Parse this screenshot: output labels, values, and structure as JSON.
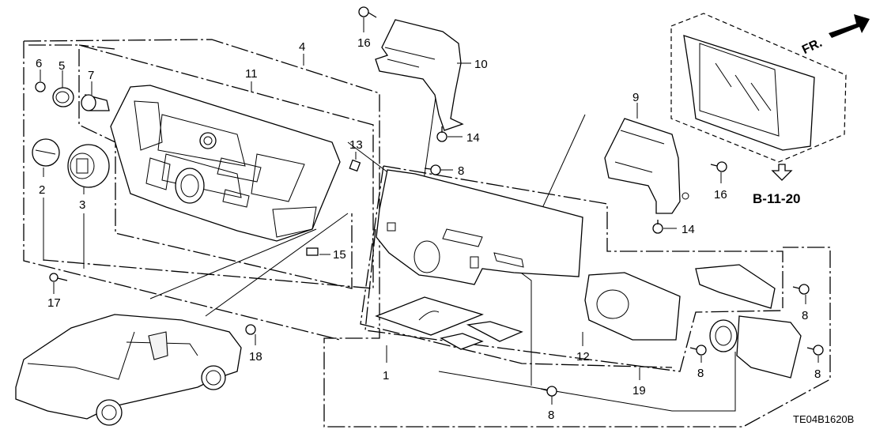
{
  "diagram": {
    "title_code": "TE04B1620B",
    "reference_section": "B-11-20",
    "front_indicator": "FR.",
    "callouts": {
      "c1": "1",
      "c2": "2",
      "c3": "3",
      "c4": "4",
      "c5": "5",
      "c6": "6",
      "c7": "7",
      "c8a": "8",
      "c8b": "8",
      "c8c": "8",
      "c8d": "8",
      "c8e": "8",
      "c9": "9",
      "c10": "10",
      "c11": "11",
      "c12": "12",
      "c13": "13",
      "c14a": "14",
      "c14b": "14",
      "c15": "15",
      "c16a": "16",
      "c16b": "16",
      "c17": "17",
      "c18": "18",
      "c19": "19"
    },
    "parts": [
      {
        "id": "audio-panel",
        "callout": "11"
      },
      {
        "id": "knob-2",
        "callout": "2"
      },
      {
        "id": "knob-3",
        "callout": "3"
      },
      {
        "id": "knob-5",
        "callout": "5"
      },
      {
        "id": "cap-6",
        "callout": "6"
      },
      {
        "id": "knob-7",
        "callout": "7"
      },
      {
        "id": "bracket-10",
        "callout": "10"
      },
      {
        "id": "bracket-9",
        "callout": "9"
      },
      {
        "id": "circuit-board",
        "callout": "12"
      },
      {
        "id": "display-unit",
        "reference": "B-11-20"
      },
      {
        "id": "vehicle-locator",
        "callout": null
      }
    ]
  }
}
